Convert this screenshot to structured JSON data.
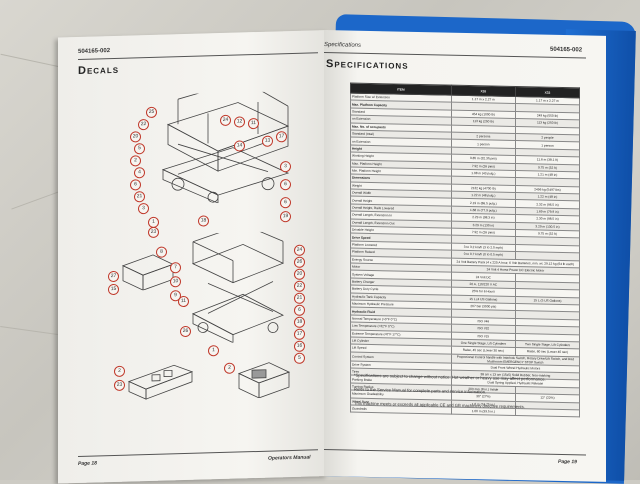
{
  "left_page": {
    "doc_number": "504165-002",
    "title": "Decals",
    "footer_page": "Page 18",
    "footer_manual": "Operators Manual",
    "callouts_top": [
      "25",
      "22",
      "20",
      "5",
      "2",
      "4",
      "6",
      "21",
      "3",
      "24",
      "12",
      "11",
      "14",
      "13",
      "17",
      "3",
      "6",
      "6",
      "19",
      "18",
      "23",
      "1"
    ],
    "callouts_mid": [
      "8",
      "7",
      "27",
      "15",
      "10",
      "9",
      "24",
      "26",
      "20",
      "22",
      "21",
      "6",
      "18",
      "17",
      "16",
      "11",
      "26",
      "1",
      "5"
    ],
    "callouts_bottom": [
      "2",
      "23",
      "2"
    ]
  },
  "right_page": {
    "doc_number": "504165-002",
    "title": "Specifications",
    "header_small": "Specifications",
    "footer_page": "Page 19",
    "table_headers": [
      "ITEM",
      "X26",
      "X32"
    ],
    "rows": [
      [
        "Platform Size w/ Extension",
        "1.17 m x 2.27 m",
        "1.17 m x 2.27 m"
      ],
      [
        "Max. Platform Capacity",
        "",
        ""
      ],
      [
        "Standard",
        "454 kg (1000 lb)",
        "249 kg (550 lb)"
      ],
      [
        "on Extension",
        "113 kg (250 lb)",
        "113 kg (250 lb)"
      ],
      [
        "Max. No. of occupants",
        "",
        ""
      ],
      [
        "Standard (total)",
        "2 persons",
        "2 people"
      ],
      [
        "on Extension",
        "1 person",
        "1 person"
      ],
      [
        "Height",
        "",
        ""
      ],
      [
        "Working Height",
        "9.85 m (32.3ft pes)",
        "11.6 m (38.1 ft)"
      ],
      [
        "Max. Platform Height",
        "7.92 m (26 pies)",
        "9.75 m (32 ft)"
      ],
      [
        "Min. Platform Height",
        "1.08 m (43 pulg.)",
        "1.21 m (48 in)"
      ],
      [
        "Dimensions",
        "",
        ""
      ],
      [
        "Weight",
        "2132 kg (4700 lb)",
        "2496 kg (5497 lbs)"
      ],
      [
        "Overall Width",
        "1.22 m (48 pulg.)",
        "1.22 m (48 in)"
      ],
      [
        "Overall Height",
        "2.19 m (86.5 pulg.)",
        "2.32 m (96.5 in)"
      ],
      [
        "Overall Height, Rails Lowered",
        "1.68 m (77.9 pulg.)",
        "1.69 m (79.9 in)"
      ],
      [
        "Overall Length, Extension In",
        "2.29 m (98.3 in)",
        "2.30 m (98.5 in)"
      ],
      [
        "Overall Length, Extension Out",
        "3.29 m (130 in)",
        "3.29 m (130.5 in)"
      ],
      [
        "Drivable Height",
        "7.92 m (26 pies)",
        "9.75 m (32 ft)"
      ],
      [
        "Drive Speed",
        "",
        ""
      ],
      [
        "Platform Lowered",
        "3 to 3.2 km/h (3 to 2.0 mph)",
        ""
      ],
      [
        "Platform Raised",
        "0 to 0.7 km/h (0 to 0.5 mph)",
        ""
      ],
      [
        "Energy Source",
        "24 Volt Battery Pack (4 x 220 A hour, 6 Volt Batteries, min. wt. 29.12 kg (64 lb each)",
        ""
      ],
      [
        "Motor",
        "24 Volt 4 Horse Power DC Electric Motor",
        ""
      ],
      [
        "System Voltage",
        "24 Volt DC",
        ""
      ],
      [
        "Battery Charger",
        "20 A, 110/220 V AC",
        ""
      ],
      [
        "Battery Duty Cycle",
        "25% for 6 Hours",
        ""
      ],
      [
        "Hydraulic Tank Capacity",
        "15 L (4 US Gallons)",
        "15 L (5 US Gallons)"
      ],
      [
        "Maximum Hydraulic Pressure",
        "207 bar (3000 psi)",
        ""
      ],
      [
        "Hydraulic Fluid",
        "",
        ""
      ],
      [
        "Normal Temperature (>0°F 0°C)",
        "ISO #46",
        ""
      ],
      [
        "Low Temperature (<32°F 0°C)",
        "ISO #32",
        ""
      ],
      [
        "Extreme Temperature (<0°F 17°C)",
        "ISO #15",
        ""
      ],
      [
        "Lift Cylinder",
        "One Single Stage, Lift Cylinders",
        "Two Single Stage, Lift Cylinders"
      ],
      [
        "Lift Speed",
        "Raise, 45 sec (Lower 30 sec)",
        "Raise, 60 sec (Lower 40 sec)"
      ],
      [
        "Control System",
        "Proportional Control handle with Interlock Switch, Rotary Drive/Lift Switch, and Red Mushroom EMERGENCY STOP Switch",
        ""
      ],
      [
        "Drive System",
        "Dual Front Wheel Hydraulic Motors",
        ""
      ],
      [
        "Tires",
        "38 cm x 13 cm (15x5) Solid Rubber, Non-marking",
        ""
      ],
      [
        "Parking Brake",
        "Dual Spring Applied, Hydraulic Release",
        ""
      ],
      [
        "Turning Radius",
        "203 mm (8 in.) Inside",
        ""
      ],
      [
        "Maximum Gradeability",
        "30° (27%)",
        "12° (22%)"
      ],
      [
        "Wheel Base",
        "1.6 m (74.75 in.)",
        ""
      ],
      [
        "Guardrails",
        "1.00 m (39.5 in.)",
        ""
      ]
    ],
    "notes": [
      "*Specifications are subject to change without notice. Hot weather or heavy use may affect performance.",
      "Refer to the Service Manual for complete parts and service information.",
      "This machine meets or exceeds all applicable CE and GB machinery directive requirements."
    ]
  },
  "colors": {
    "folder": "#1c67c9",
    "callout_ring": "#c0392b",
    "table_header": "#222222"
  }
}
